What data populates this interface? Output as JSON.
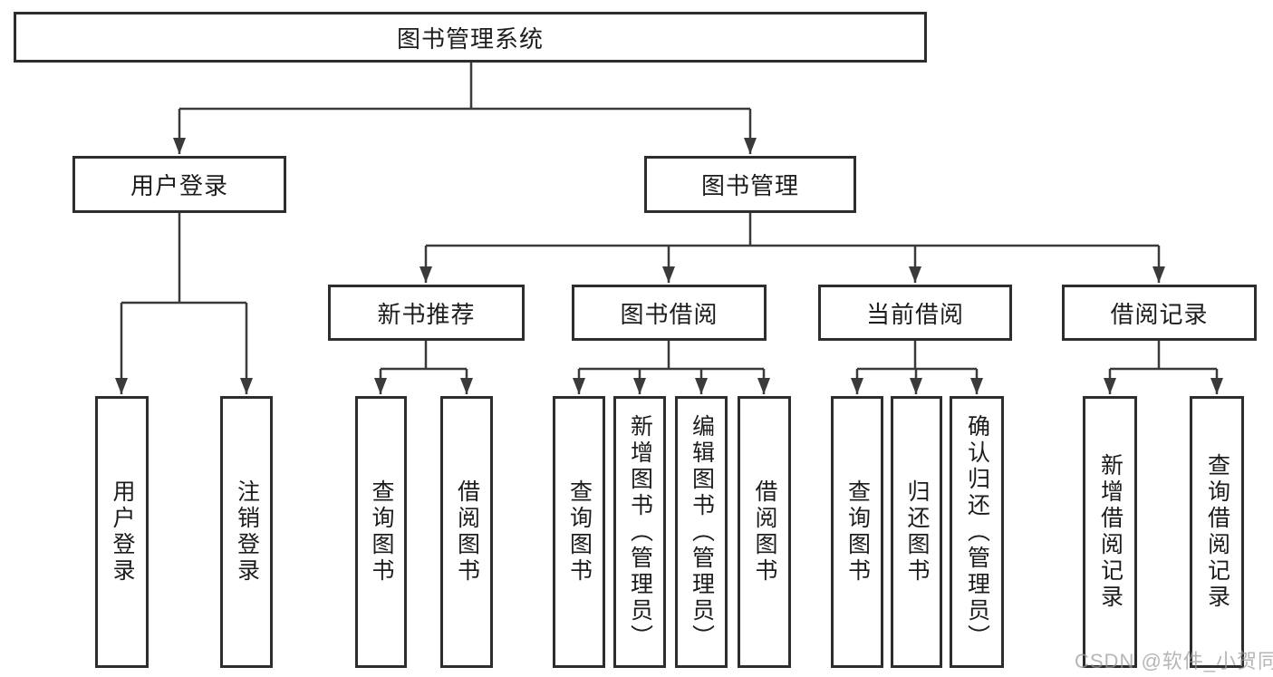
{
  "diagram": {
    "root": {
      "label": "图书管理系统"
    },
    "branches": [
      {
        "label": "用户登录"
      },
      {
        "label": "图书管理"
      }
    ],
    "modules": [
      {
        "label": "新书推荐"
      },
      {
        "label": "图书借阅"
      },
      {
        "label": "当前借阅"
      },
      {
        "label": "借阅记录"
      }
    ],
    "leaves": [
      {
        "label": "用户登录"
      },
      {
        "label": "注销登录"
      },
      {
        "label": "查询图书"
      },
      {
        "label": "借阅图书"
      },
      {
        "label": "查询图书"
      },
      {
        "label": "新增图书（管理员）"
      },
      {
        "label": "编辑图书（管理员）"
      },
      {
        "label": "借阅图书"
      },
      {
        "label": "查询图书"
      },
      {
        "label": "归还图书"
      },
      {
        "label": "确认归还（管理员）"
      },
      {
        "label": "新增借阅记录"
      },
      {
        "label": "查询借阅记录"
      }
    ]
  },
  "watermark": {
    "text": "CSDN @软件_小贺同学"
  },
  "colors": {
    "line": "#3a3a3a",
    "border": "#2d2d2d",
    "text": "#1c1c1c",
    "background": "#ffffff",
    "watermark": "#9a9a9a"
  }
}
